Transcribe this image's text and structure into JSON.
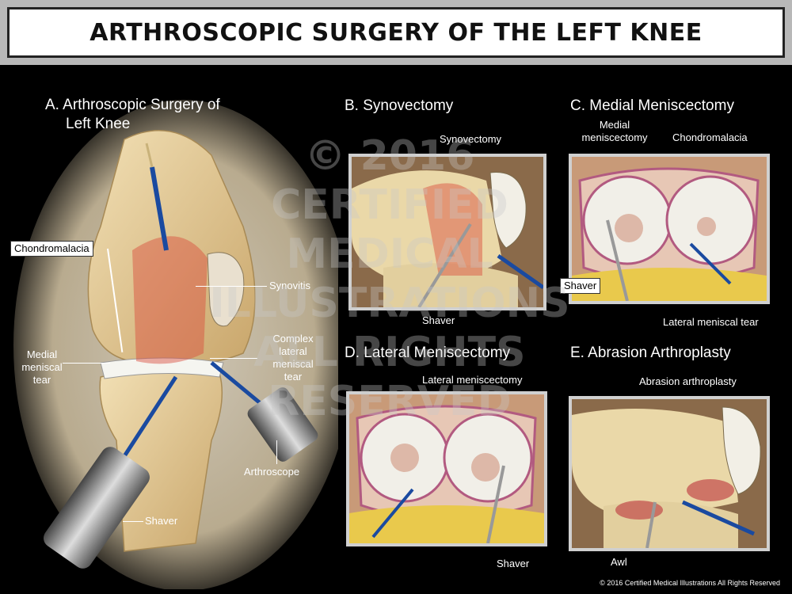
{
  "title": "ARTHROSCOPIC SURGERY OF THE LEFT KNEE",
  "watermark": [
    "© 2016",
    "CERTIFIED",
    "MEDICAL",
    "ILLUSTRATIONS",
    "ALL RIGHTS",
    "RESERVED"
  ],
  "copyright": "© 2016 Certified Medical Illustrations All Rights Reserved",
  "panel_a": {
    "title_line1": "A. Arthroscopic Surgery of",
    "title_line2": "Left Knee",
    "labels": {
      "chondromalacia": "Chondromalacia",
      "synovitis": "Synovitis",
      "medial_meniscal_tear": "Medial\nmeniscal\ntear",
      "complex_lateral": "Complex\nlateral\nmeniscal\ntear",
      "arthroscope": "Arthroscope",
      "shaver": "Shaver"
    }
  },
  "panel_b": {
    "title": "B. Synovectomy",
    "labels": {
      "synovectomy": "Synovectomy",
      "shaver": "Shaver"
    }
  },
  "panel_c": {
    "title": "C. Medial Meniscectomy",
    "labels": {
      "medial_meniscectomy": "Medial\nmeniscectomy",
      "chondromalacia": "Chondromalacia",
      "shaver": "Shaver",
      "lateral_meniscal_tear": "Lateral meniscal tear"
    }
  },
  "panel_d": {
    "title": "D. Lateral Meniscectomy",
    "labels": {
      "lateral_meniscectomy": "Lateral meniscectomy",
      "shaver": "Shaver"
    }
  },
  "panel_e": {
    "title": "E. Abrasion Arthroplasty",
    "labels": {
      "abrasion_arthroplasty": "Abrasion arthroplasty",
      "awl": "Awl"
    }
  }
}
